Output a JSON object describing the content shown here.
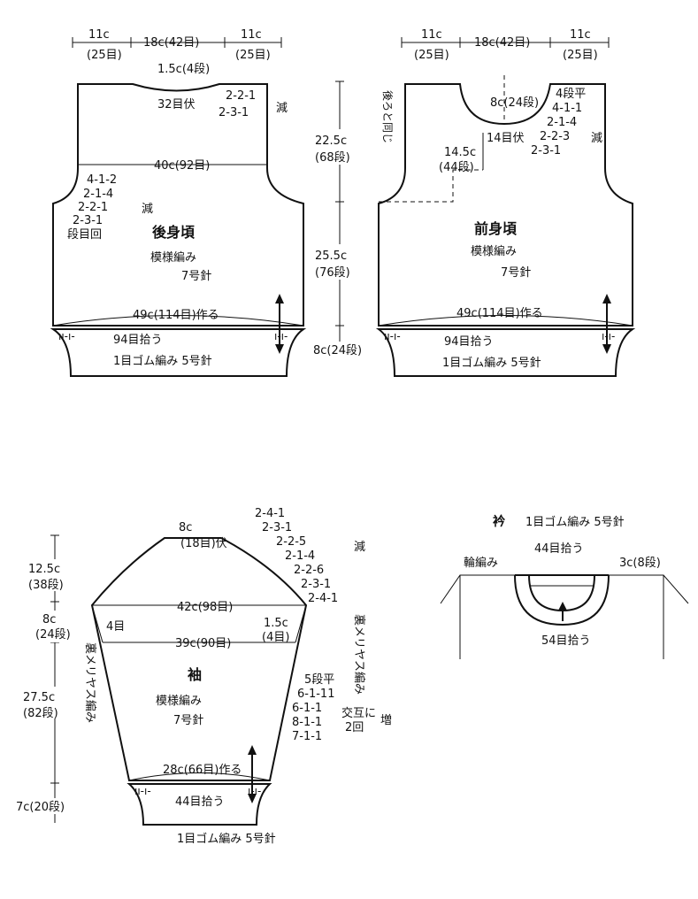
{
  "back": {
    "top_left": "11c",
    "top_left_sts": "(25目)",
    "top_mid": "18c(42目)",
    "top_right": "11c",
    "top_right_sts": "(25目)",
    "neck_depth": "1.5c(4段)",
    "neck_bind": "32目伏",
    "neck_dec_1": "2-2-1",
    "neck_dec_2": "2-3-1",
    "neck_dec_mark": "減",
    "width": "40c(92目)",
    "arm_dec_1": "4-1-2",
    "arm_dec_2": "2-1-4",
    "arm_dec_3": "2-2-1",
    "arm_dec_4": "2-3-1",
    "arm_dec_legend": "段目回",
    "arm_dec_mark": "減",
    "title": "後身頃",
    "pattern": "模様編み",
    "needle": "7号針",
    "cast_on": "49c(114目)作る",
    "pickup": "94目拾う",
    "rib": "1目ゴム編み 5号針"
  },
  "front": {
    "top_left": "11c",
    "top_left_sts": "(25目)",
    "top_mid": "18c(42目)",
    "top_right": "11c",
    "top_right_sts": "(25目)",
    "same_as_back": "後ろと同じ",
    "neck_depth": "8c(24段)",
    "neck_bind": "14目伏",
    "neck_depth_2": "14.5c",
    "neck_depth_2_rows": "(44段)",
    "neck_flat": "4段平",
    "neck_dec_1": "4-1-1",
    "neck_dec_2": "2-1-4",
    "neck_dec_3": "2-2-3",
    "neck_dec_4": "2-3-1",
    "neck_dec_mark": "減",
    "armhole_height": "22.5c",
    "armhole_rows": "(68段)",
    "body_height": "25.5c",
    "body_rows": "(76段)",
    "rib_height": "8c(24段)",
    "title": "前身頃",
    "pattern": "模様編み",
    "needle": "7号針",
    "cast_on": "49c(114目)作る",
    "pickup": "94目拾う",
    "rib": "1目ゴム編み 5号針"
  },
  "sleeve": {
    "cap_top": "8c",
    "cap_top_sts": "(18目)伏",
    "cap_dec": [
      "2-4-1",
      "2-3-1",
      "2-2-5",
      "2-1-4",
      "2-2-6",
      "2-3-1",
      "2-4-1"
    ],
    "cap_dec_mark": "減",
    "cap_height": "12.5c",
    "cap_rows": "(38段)",
    "upper_height": "8c",
    "upper_rows": "(24段)",
    "width_top": "42c(98目)",
    "left_4": "4目",
    "right_side": "1.5c",
    "right_side_sts": "(4目)",
    "width_mid": "39c(90目)",
    "reverse_left": "裏メリヤス編み",
    "reverse_right": "裏メリヤス編み",
    "inc_flat": "5段平",
    "inc_1": "6-1-11",
    "inc_2": "6-1-1",
    "inc_3": "8-1-1",
    "inc_4": "7-1-1",
    "inc_alt": "交互に",
    "inc_times": "2回",
    "inc_mark": "増",
    "title": "袖",
    "pattern": "模様編み",
    "needle": "7号針",
    "length": "27.5c",
    "length_rows": "(82段)",
    "rib_height": "7c(20段)",
    "cast_on": "28c(66目)作る",
    "pickup": "44目拾う",
    "rib": "1目ゴム編み 5号針"
  },
  "collar": {
    "title": "衿",
    "subtitle": "1目ゴム編み 5号針",
    "round": "輪編み",
    "pickup_top": "44目拾う",
    "height": "3c(8段)",
    "pickup_bottom": "54目拾う"
  }
}
